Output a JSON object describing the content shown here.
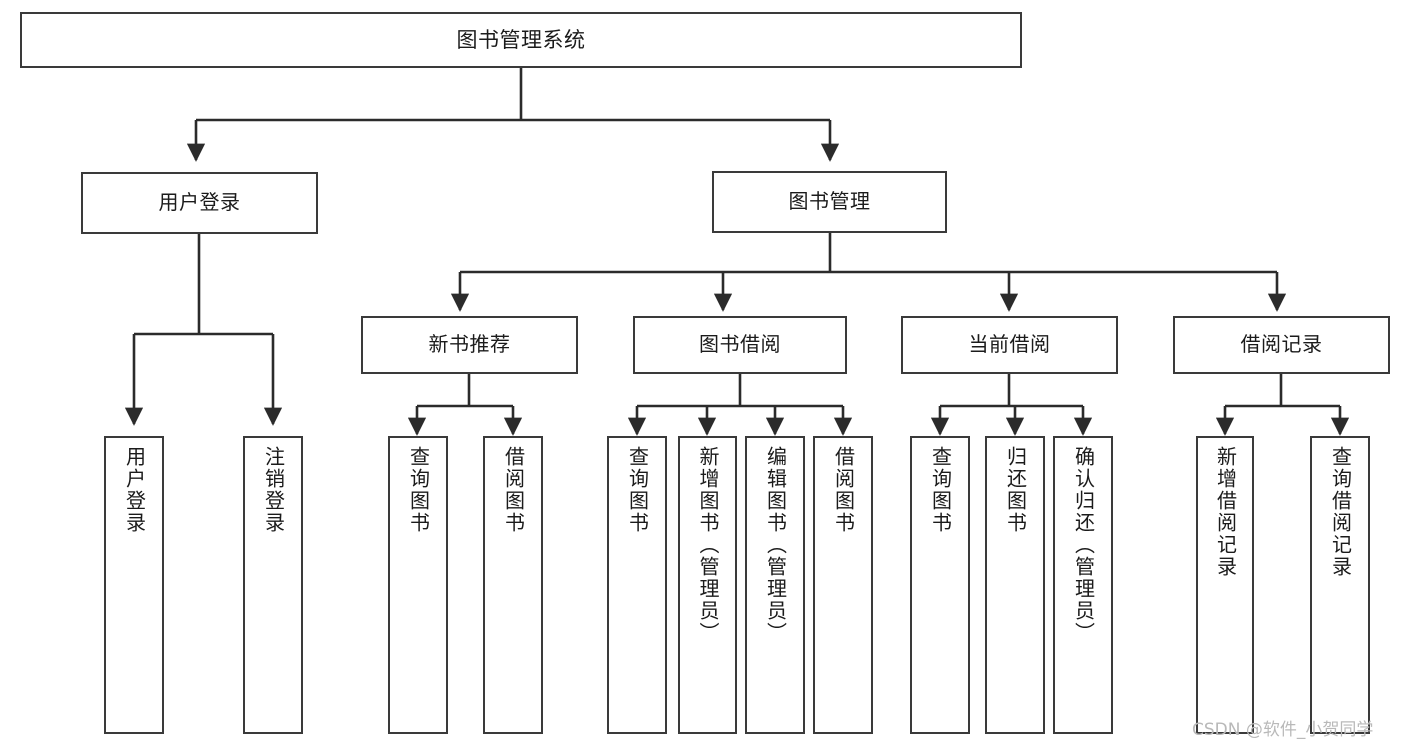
{
  "diagram": {
    "title": "图书管理系统",
    "type": "功能结构图",
    "levels": 4
  },
  "nodes": {
    "root": {
      "label": "图书管理系统"
    },
    "level2": [
      {
        "label": "用户登录"
      },
      {
        "label": "图书管理"
      }
    ],
    "level3": [
      {
        "label": "新书推荐"
      },
      {
        "label": "图书借阅"
      },
      {
        "label": "当前借阅"
      },
      {
        "label": "借阅记录"
      }
    ],
    "leaves": {
      "user_login": [
        {
          "label": "用户登录"
        },
        {
          "label": "注销登录"
        }
      ],
      "new_book_recommend": [
        {
          "label": "查询图书"
        },
        {
          "label": "借阅图书"
        }
      ],
      "book_borrow": [
        {
          "label": "查询图书"
        },
        {
          "label": "新增图书（管理员）"
        },
        {
          "label": "编辑图书（管理员）"
        },
        {
          "label": "借阅图书"
        }
      ],
      "current_borrow": [
        {
          "label": "查询图书"
        },
        {
          "label": "归还图书"
        },
        {
          "label": "确认归还（管理员）"
        }
      ],
      "borrow_record": [
        {
          "label": "新增借阅记录"
        },
        {
          "label": "查询借阅记录"
        }
      ]
    }
  },
  "watermark": {
    "text": "CSDN @软件_小贺同学"
  },
  "colors": {
    "border": "#3a3a3a",
    "text": "#1b1b1b",
    "background": "#ffffff",
    "edge": "#2b2b2b",
    "watermark": "#b9b9b9"
  }
}
